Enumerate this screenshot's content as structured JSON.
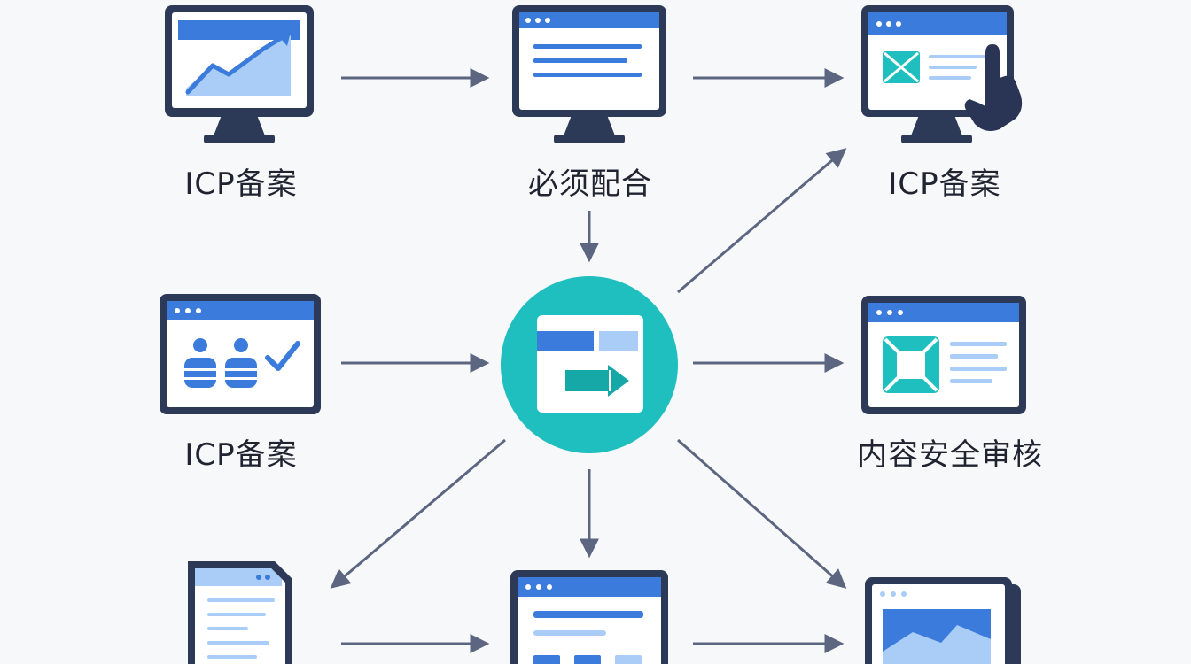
{
  "labels": {
    "top_left": "ICP备案",
    "top_center": "必须配合",
    "top_right": "ICP备案",
    "mid_left": "ICP备案",
    "mid_right": "内容安全审核"
  },
  "colors": {
    "frame": "#2d3a57",
    "blue": "#3a7bdc",
    "light_blue": "#a9cdf7",
    "teal": "#1fbfbf",
    "teal_dark": "#16a7a7",
    "arrow": "#5d6680",
    "hand": "#2a3556"
  }
}
